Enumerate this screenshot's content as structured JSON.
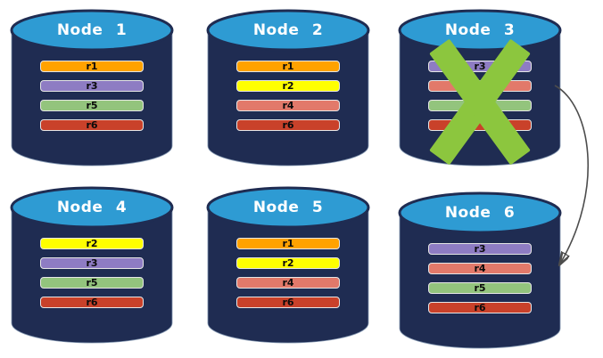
{
  "canvas": {
    "background": "#FFFFFF"
  },
  "palette": {
    "cylinder_body": "#1F2C52",
    "cylinder_top": "#2E9BD3",
    "x_mark": "#8CC63E",
    "arrow": "#4D4D4D",
    "bar_label_color": "#0B0B0B"
  },
  "nodes": [
    {
      "title": "Node 1",
      "failed": false,
      "bars": [
        {
          "label": "r1",
          "color": "#FFA200"
        },
        {
          "label": "r3",
          "color": "#8E7CC3"
        },
        {
          "label": "r5",
          "color": "#93C47D"
        },
        {
          "label": "r6",
          "color": "#C9412A"
        }
      ]
    },
    {
      "title": "Node 2",
      "failed": false,
      "bars": [
        {
          "label": "r1",
          "color": "#FFA200"
        },
        {
          "label": "r2",
          "color": "#FFFF00"
        },
        {
          "label": "r4",
          "color": "#E2796A"
        },
        {
          "label": "r6",
          "color": "#C9412A"
        }
      ]
    },
    {
      "title": "Node 3",
      "failed": true,
      "bars": [
        {
          "label": "r3",
          "color": "#8E7CC3"
        },
        {
          "label": "",
          "color": "#E2796A"
        },
        {
          "label": "",
          "color": "#93C47D"
        },
        {
          "label": "",
          "color": "#C9412A"
        }
      ]
    },
    {
      "title": "Node 4",
      "failed": false,
      "bars": [
        {
          "label": "r2",
          "color": "#FFFF00"
        },
        {
          "label": "r3",
          "color": "#8E7CC3"
        },
        {
          "label": "r5",
          "color": "#93C47D"
        },
        {
          "label": "r6",
          "color": "#C9412A"
        }
      ]
    },
    {
      "title": "Node 5",
      "failed": false,
      "bars": [
        {
          "label": "r1",
          "color": "#FFA200"
        },
        {
          "label": "r2",
          "color": "#FFFF00"
        },
        {
          "label": "r4",
          "color": "#E2796A"
        },
        {
          "label": "r6",
          "color": "#C9412A"
        }
      ]
    },
    {
      "title": "Node 6",
      "failed": false,
      "bars": [
        {
          "label": "r3",
          "color": "#8E7CC3"
        },
        {
          "label": "r4",
          "color": "#E2796A"
        },
        {
          "label": "r5",
          "color": "#93C47D"
        },
        {
          "label": "r6",
          "color": "#C9412A"
        }
      ]
    }
  ],
  "x_mark": {
    "node": "Node 3",
    "color": "#8CC63E"
  },
  "arrow": {
    "from": "Node 3",
    "to": "Node 6",
    "color": "#4D4D4D"
  }
}
